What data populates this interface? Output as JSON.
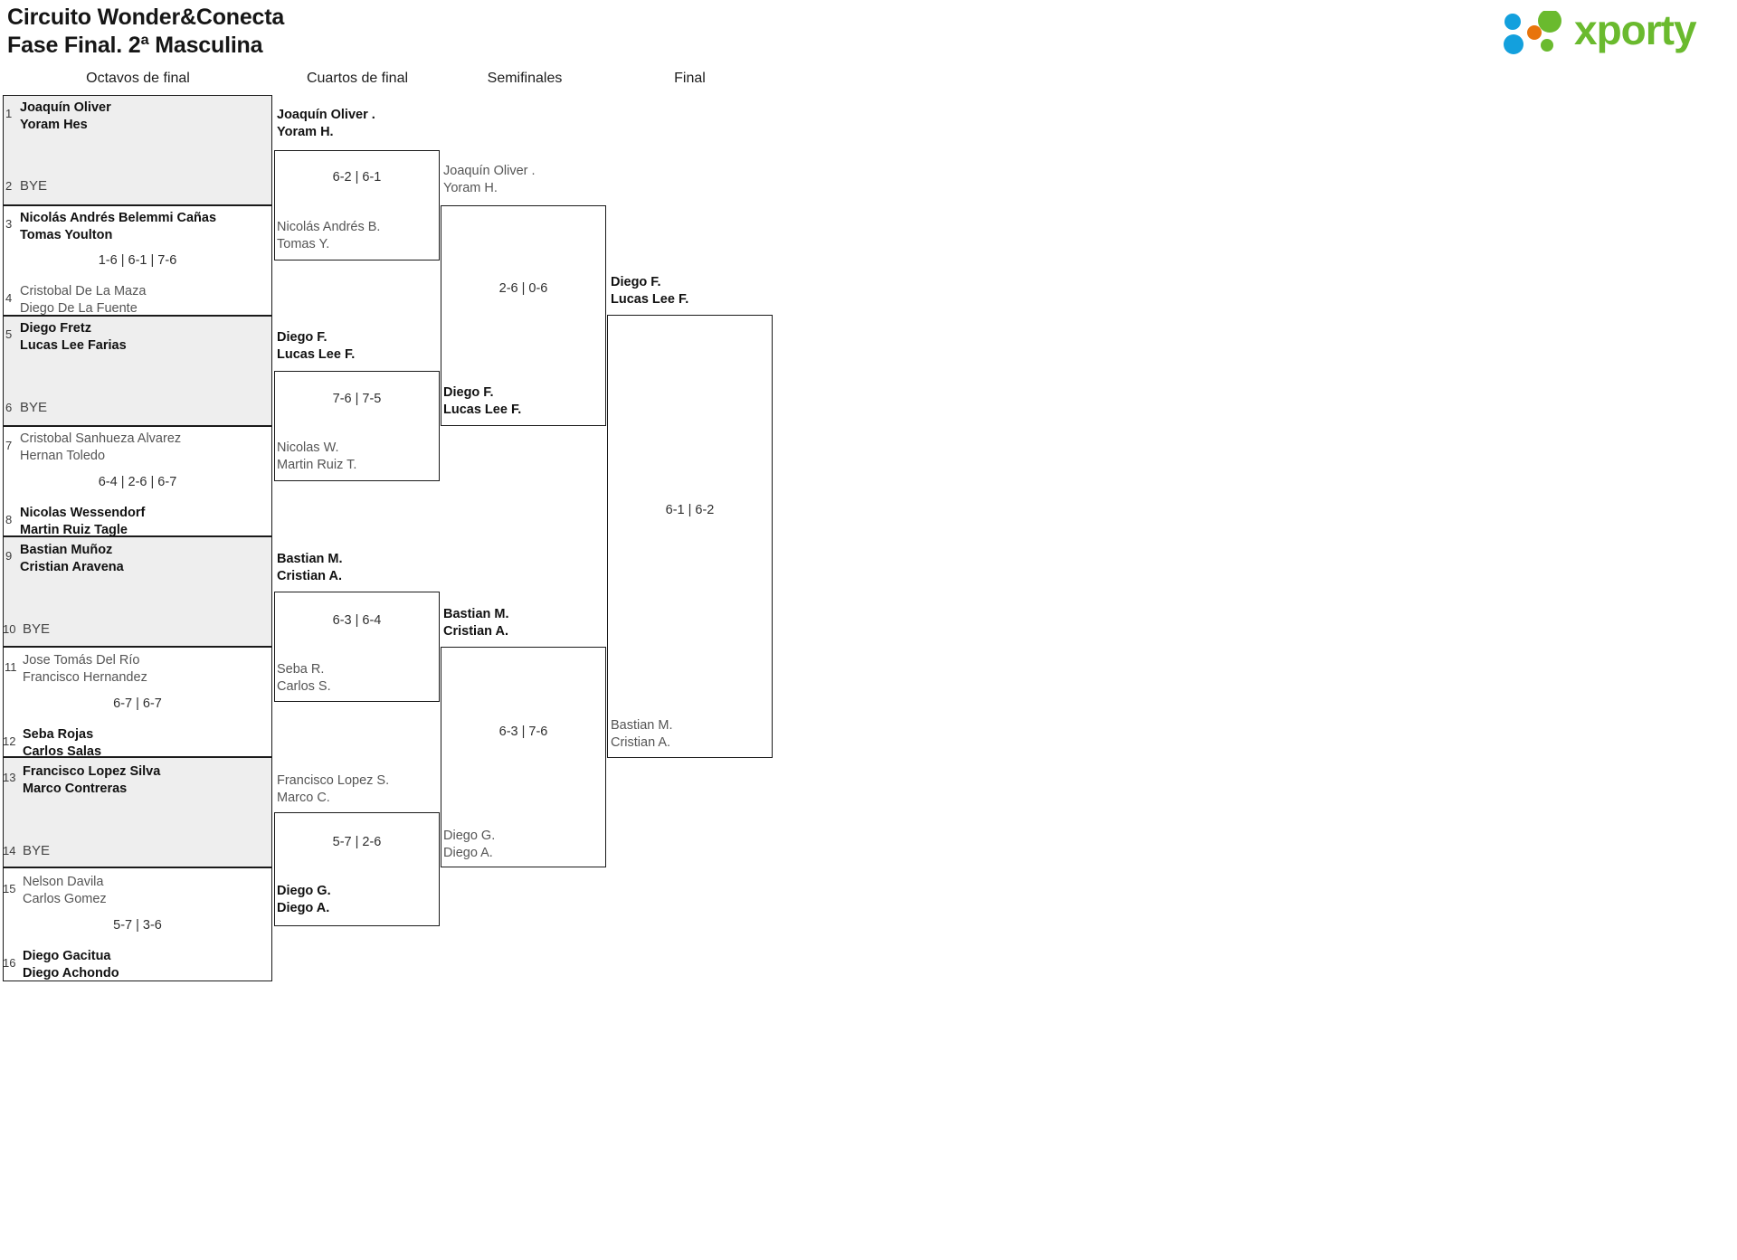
{
  "header": {
    "title_line1": "Circuito Wonder&Conecta",
    "title_line2": "Fase Final. 2ª Masculina",
    "logo_text": "xporty",
    "logo_colors": {
      "green": "#6aba2e",
      "blue": "#13a0dd",
      "orange": "#e8740c"
    }
  },
  "rounds": [
    {
      "label": "Octavos de final"
    },
    {
      "label": "Cuartos de final"
    },
    {
      "label": "Semifinales"
    },
    {
      "label": "Final"
    }
  ],
  "round1": {
    "matches": [
      {
        "top": {
          "seed": "1",
          "p1": "Joaquín Oliver",
          "p2": "Yoram Hes",
          "result": "winner"
        },
        "bottom": {
          "seed": "2",
          "p1": "BYE",
          "p2": "",
          "result": "bye"
        },
        "score": "",
        "shaded": true
      },
      {
        "top": {
          "seed": "3",
          "p1": "Nicolás Andrés Belemmi Cañas",
          "p2": "Tomas Youlton",
          "result": "winner"
        },
        "bottom": {
          "seed": "4",
          "p1": "Cristobal De La Maza",
          "p2": "Diego De La Fuente",
          "result": "loser"
        },
        "score": "1-6 | 6-1 | 7-6",
        "shaded": false
      },
      {
        "top": {
          "seed": "5",
          "p1": "Diego Fretz",
          "p2": "Lucas Lee Farias",
          "result": "winner"
        },
        "bottom": {
          "seed": "6",
          "p1": "BYE",
          "p2": "",
          "result": "bye"
        },
        "score": "",
        "shaded": true
      },
      {
        "top": {
          "seed": "7",
          "p1": "Cristobal Sanhueza Alvarez",
          "p2": "Hernan Toledo",
          "result": "loser"
        },
        "bottom": {
          "seed": "8",
          "p1": "Nicolas Wessendorf",
          "p2": "Martin Ruiz Tagle",
          "result": "winner"
        },
        "score": "6-4 | 2-6 | 6-7",
        "shaded": false
      },
      {
        "top": {
          "seed": "9",
          "p1": "Bastian Muñoz",
          "p2": "Cristian Aravena",
          "result": "winner"
        },
        "bottom": {
          "seed": "10",
          "p1": "BYE",
          "p2": "",
          "result": "bye"
        },
        "score": "",
        "shaded": true
      },
      {
        "top": {
          "seed": "11",
          "p1": "Jose Tomás Del Río",
          "p2": "Francisco Hernandez",
          "result": "loser"
        },
        "bottom": {
          "seed": "12",
          "p1": "Seba Rojas",
          "p2": "Carlos Salas",
          "result": "winner"
        },
        "score": "6-7 | 6-7",
        "shaded": false
      },
      {
        "top": {
          "seed": "13",
          "p1": "Francisco Lopez Silva",
          "p2": "Marco Contreras",
          "result": "winner"
        },
        "bottom": {
          "seed": "14",
          "p1": "BYE",
          "p2": "",
          "result": "bye"
        },
        "score": "",
        "shaded": true
      },
      {
        "top": {
          "seed": "15",
          "p1": "Nelson Davila",
          "p2": "Carlos Gomez",
          "result": "loser"
        },
        "bottom": {
          "seed": "16",
          "p1": "Diego Gacitua",
          "p2": "Diego Achondo",
          "result": "winner"
        },
        "score": "5-7 | 3-6",
        "shaded": false
      }
    ]
  },
  "round2": {
    "matches": [
      {
        "top": {
          "p1": "Joaquín Oliver .",
          "p2": "Yoram H.",
          "result": "winner"
        },
        "bottom": {
          "p1": "Nicolás Andrés B.",
          "p2": "Tomas Y.",
          "result": "loser"
        },
        "score": "6-2 | 6-1"
      },
      {
        "top": {
          "p1": "Diego F.",
          "p2": "Lucas Lee F.",
          "result": "winner"
        },
        "bottom": {
          "p1": "Nicolas W.",
          "p2": "Martin Ruiz T.",
          "result": "loser"
        },
        "score": "7-6 | 7-5"
      },
      {
        "top": {
          "p1": "Bastian M.",
          "p2": "Cristian A.",
          "result": "winner"
        },
        "bottom": {
          "p1": "Seba R.",
          "p2": "Carlos S.",
          "result": "loser"
        },
        "score": "6-3 | 6-4"
      },
      {
        "top": {
          "p1": "Francisco Lopez S.",
          "p2": "Marco C.",
          "result": "loser"
        },
        "bottom": {
          "p1": "Diego G.",
          "p2": "Diego A.",
          "result": "winner"
        },
        "score": "5-7 | 2-6"
      }
    ]
  },
  "round3": {
    "matches": [
      {
        "top": {
          "p1": "Joaquín Oliver .",
          "p2": "Yoram H.",
          "result": "loser"
        },
        "bottom": {
          "p1": "Diego F.",
          "p2": "Lucas Lee F.",
          "result": "winner"
        },
        "score": "2-6 | 0-6"
      },
      {
        "top": {
          "p1": "Bastian M.",
          "p2": "Cristian A.",
          "result": "winner"
        },
        "bottom": {
          "p1": "Diego G.",
          "p2": "Diego A.",
          "result": "loser"
        },
        "score": "6-3 | 7-6"
      }
    ]
  },
  "round4": {
    "matches": [
      {
        "top": {
          "p1": "Diego F.",
          "p2": "Lucas Lee F.",
          "result": "winner"
        },
        "bottom": {
          "p1": "Bastian M.",
          "p2": "Cristian A.",
          "result": "loser"
        },
        "score": "6-1 | 6-2"
      }
    ]
  }
}
